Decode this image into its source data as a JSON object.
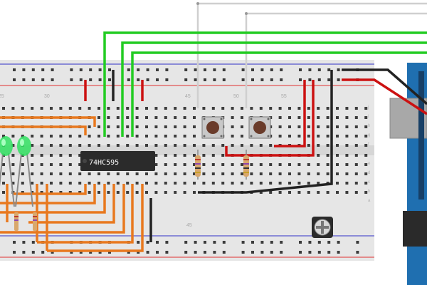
{
  "diagram": {
    "chip_label": "74HC595",
    "column_numbers": [
      "30",
      "45",
      "50",
      "55"
    ],
    "bottom_column_number": "45",
    "left_partial_number": "25",
    "row_letters_upper": [
      "j",
      "i",
      "h",
      "g",
      "f"
    ],
    "row_letters_lower": [
      "e",
      "d",
      "c",
      "b",
      "a"
    ]
  },
  "colors": {
    "board": "#e6e6e6",
    "rail_red": "#e03030",
    "rail_blue": "#3030c8",
    "wire_green": "#22cc22",
    "wire_orange": "#e8781e",
    "wire_red": "#cc1111",
    "wire_black": "#222222",
    "wire_gray": "#cfcfcf",
    "led_green": "#30e060",
    "arduino_blue": "#1f6fb0"
  },
  "icons": {
    "led": "led-icon",
    "pushbutton": "pushbutton-icon",
    "resistor": "resistor-icon",
    "potentiometer": "potentiometer-icon",
    "ic": "ic-chip-icon"
  }
}
